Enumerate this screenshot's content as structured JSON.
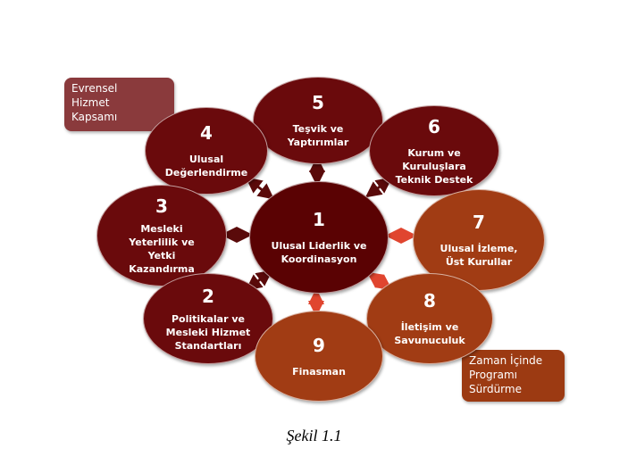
{
  "title_boxes": {
    "universal": "Evrensel\nHizmet\nKapsamı",
    "sustain": "Zaman İçinde\nProgramı\nSürdürme"
  },
  "nodes": {
    "n1": {
      "num": "1",
      "label": "Ulusal Liderlik ve\nKoordinasyon"
    },
    "n2": {
      "num": "2",
      "label": "Politikalar ve\nMesleki Hizmet\nStandartları"
    },
    "n3": {
      "num": "3",
      "label": "Mesleki\nYeterlilik ve\nYetki\nKazandırma"
    },
    "n4": {
      "num": "4",
      "label": "Ulusal\nDeğerlendirme"
    },
    "n5": {
      "num": "5",
      "label": "Teşvik ve\nYaptırımlar"
    },
    "n6": {
      "num": "6",
      "label": "Kurum ve\nKuruluşlara\nTeknik Destek"
    },
    "n7": {
      "num": "7",
      "label": "Ulusal İzleme,\nÜst Kurullar"
    },
    "n8": {
      "num": "8",
      "label": "İletişim ve\nSavunuculuk"
    },
    "n9": {
      "num": "9",
      "label": "Finasman"
    }
  },
  "colors": {
    "dark": "#6a0a0c",
    "orange": "#a13c14",
    "dark_arrow": "#5a0a0a",
    "red_arrow": "#e0452f",
    "box1": "#8a3a3c",
    "box2": "#9c3a12"
  },
  "caption": "Şekil 1.1"
}
